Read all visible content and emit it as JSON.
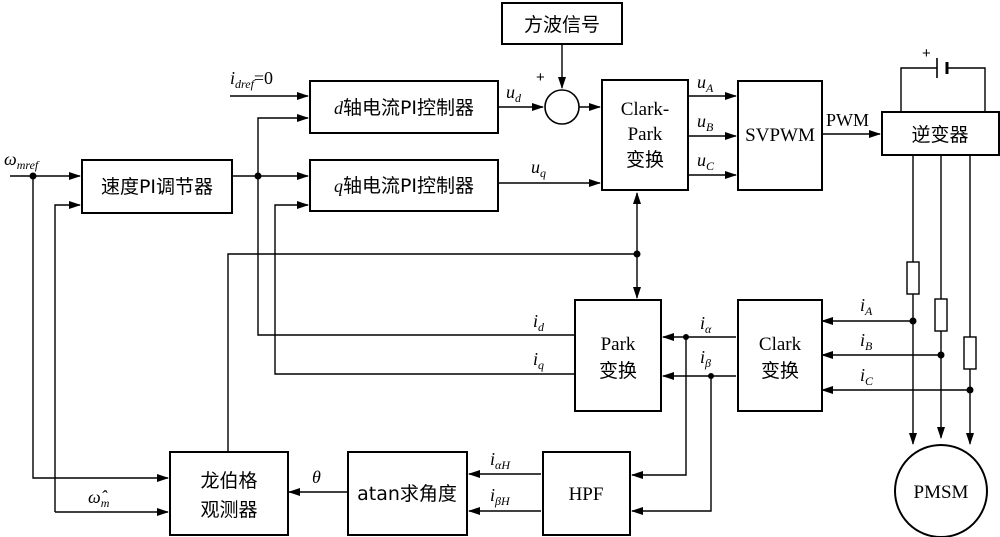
{
  "blocks": {
    "square_wave": "方波信号",
    "d_pi": "轴电流PI控制器",
    "d_pi_var": "d",
    "q_pi": "轴电流PI控制器",
    "q_pi_var": "q",
    "speed_pi": "速度PI调节器",
    "clark_park_1": "Clark-",
    "clark_park_2": "Park",
    "clark_park_3": "变换",
    "svpwm": "SVPWM",
    "inverter": "逆变器",
    "park_1": "Park",
    "park_2": "变换",
    "clark_1": "Clark",
    "clark_2": "变换",
    "luenberger_1": "龙伯格",
    "luenberger_2": "观测器",
    "atan": "atan求角度",
    "hpf": "HPF",
    "pmsm": "PMSM"
  },
  "signals": {
    "idref": "i",
    "idref_sub": "dref",
    "idref_val": "=0",
    "omega_mref": "ω",
    "omega_mref_sub": "mref",
    "omega_m": "ω̂",
    "omega_m_sub": "m",
    "ud": "u",
    "ud_sub": "d",
    "uq": "u",
    "uq_sub": "q",
    "uA": "u",
    "uA_sub": "A",
    "uB": "u",
    "uB_sub": "B",
    "uC": "u",
    "uC_sub": "C",
    "pwm": "PWM",
    "id": "i",
    "id_sub": "d",
    "iq": "i",
    "iq_sub": "q",
    "ialpha": "i",
    "ialpha_sub": "α",
    "ibeta": "i",
    "ibeta_sub": "β",
    "iA": "i",
    "iA_sub": "A",
    "iB": "i",
    "iB_sub": "B",
    "iC": "i",
    "iC_sub": "C",
    "ialphaH": "i",
    "ialphaH_sub": "αH",
    "ibetaH": "i",
    "ibetaH_sub": "βH",
    "theta": "θ"
  },
  "signs": {
    "plus_sum": "+",
    "plus_square": "+",
    "plus_battery": "+"
  }
}
